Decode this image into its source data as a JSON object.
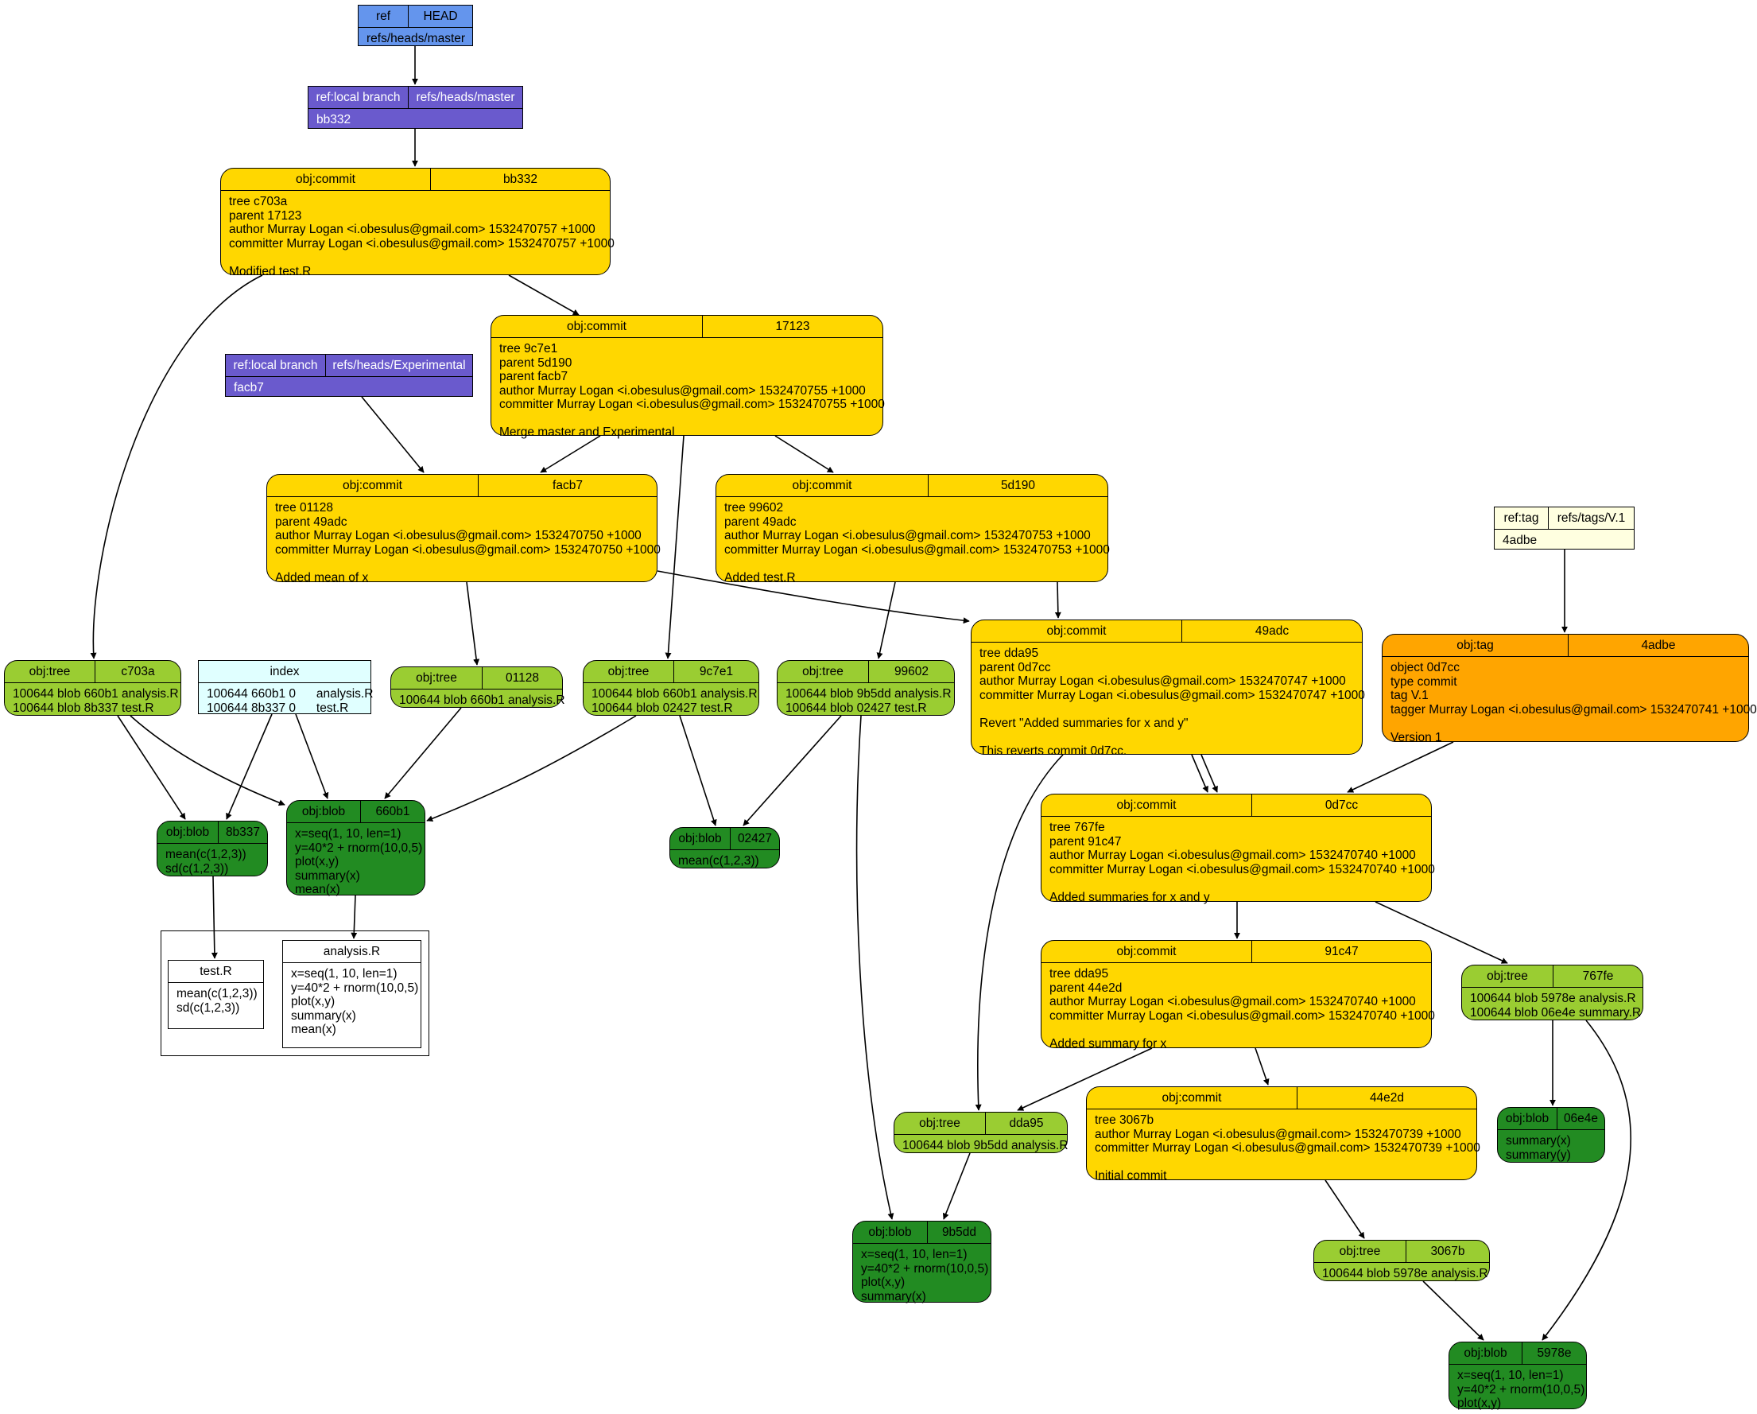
{
  "nodes": {
    "ref_head": {
      "k": "ref",
      "v": "HEAD",
      "lines": [
        "refs/heads/master"
      ]
    },
    "branch_master": {
      "k": "ref:local branch",
      "v": "refs/heads/master",
      "lines": [
        "bb332"
      ]
    },
    "branch_exp": {
      "k": "ref:local branch",
      "v": "refs/heads/Experimental",
      "lines": [
        "facb7"
      ]
    },
    "tag_ref": {
      "k": "ref:tag",
      "v": "refs/tags/V.1",
      "lines": [
        "4adbe"
      ]
    },
    "c_bb332": {
      "k": "obj:commit",
      "v": "bb332",
      "lines": [
        "tree c703a",
        "parent 17123",
        "author Murray Logan <i.obesulus@gmail.com> 1532470757 +1000",
        "committer Murray Logan <i.obesulus@gmail.com> 1532470757 +1000",
        "",
        "Modified test.R"
      ]
    },
    "c_17123": {
      "k": "obj:commit",
      "v": "17123",
      "lines": [
        "tree 9c7e1",
        "parent 5d190",
        "parent facb7",
        "author Murray Logan <i.obesulus@gmail.com> 1532470755 +1000",
        "committer Murray Logan <i.obesulus@gmail.com> 1532470755 +1000",
        "",
        "Merge master and Experimental"
      ]
    },
    "c_facb7": {
      "k": "obj:commit",
      "v": "facb7",
      "lines": [
        "tree 01128",
        "parent 49adc",
        "author Murray Logan <i.obesulus@gmail.com> 1532470750 +1000",
        "committer Murray Logan <i.obesulus@gmail.com> 1532470750 +1000",
        "",
        "Added mean of x"
      ]
    },
    "c_5d190": {
      "k": "obj:commit",
      "v": "5d190",
      "lines": [
        "tree 99602",
        "parent 49adc",
        "author Murray Logan <i.obesulus@gmail.com> 1532470753 +1000",
        "committer Murray Logan <i.obesulus@gmail.com> 1532470753 +1000",
        "",
        "Added test.R"
      ]
    },
    "c_49adc": {
      "k": "obj:commit",
      "v": "49adc",
      "lines": [
        "tree dda95",
        "parent 0d7cc",
        "author Murray Logan <i.obesulus@gmail.com> 1532470747 +1000",
        "committer Murray Logan <i.obesulus@gmail.com> 1532470747 +1000",
        "",
        "Revert \"Added summaries for x and y\"",
        "",
        "This reverts commit 0d7cc."
      ]
    },
    "tag_obj": {
      "k": "obj:tag",
      "v": "4adbe",
      "lines": [
        "object 0d7cc",
        "type commit",
        "tag V.1",
        "tagger Murray Logan <i.obesulus@gmail.com> 1532470741 +1000",
        "",
        "Version 1"
      ]
    },
    "c_0d7cc": {
      "k": "obj:commit",
      "v": "0d7cc",
      "lines": [
        "tree 767fe",
        "parent 91c47",
        "author Murray Logan <i.obesulus@gmail.com> 1532470740 +1000",
        "committer Murray Logan <i.obesulus@gmail.com> 1532470740 +1000",
        "",
        "Added summaries for x and y"
      ]
    },
    "c_91c47": {
      "k": "obj:commit",
      "v": "91c47",
      "lines": [
        "tree dda95",
        "parent 44e2d",
        "author Murray Logan <i.obesulus@gmail.com> 1532470740 +1000",
        "committer Murray Logan <i.obesulus@gmail.com> 1532470740 +1000",
        "",
        "Added summary for x"
      ]
    },
    "c_44e2d": {
      "k": "obj:commit",
      "v": "44e2d",
      "lines": [
        "tree 3067b",
        "author Murray Logan <i.obesulus@gmail.com> 1532470739 +1000",
        "committer Murray Logan <i.obesulus@gmail.com> 1532470739 +1000",
        "",
        "Initial commit"
      ]
    },
    "t_c703a": {
      "k": "obj:tree",
      "v": "c703a",
      "lines": [
        "100644 blob 660b1 analysis.R",
        "100644 blob 8b337 test.R"
      ]
    },
    "index": {
      "title": "index",
      "lines": [
        "100644 660b1 0      analysis.R",
        "100644 8b337 0      test.R"
      ]
    },
    "t_01128": {
      "k": "obj:tree",
      "v": "01128",
      "lines": [
        "100644 blob 660b1 analysis.R"
      ]
    },
    "t_9c7e1": {
      "k": "obj:tree",
      "v": "9c7e1",
      "lines": [
        "100644 blob 660b1 analysis.R",
        "100644 blob 02427 test.R"
      ]
    },
    "t_99602": {
      "k": "obj:tree",
      "v": "99602",
      "lines": [
        "100644 blob 9b5dd analysis.R",
        "100644 blob 02427 test.R"
      ]
    },
    "t_767fe": {
      "k": "obj:tree",
      "v": "767fe",
      "lines": [
        "100644 blob 5978e analysis.R",
        "100644 blob 06e4e summary.R"
      ]
    },
    "t_dda95": {
      "k": "obj:tree",
      "v": "dda95",
      "lines": [
        "100644 blob 9b5dd analysis.R"
      ]
    },
    "t_3067b": {
      "k": "obj:tree",
      "v": "3067b",
      "lines": [
        "100644 blob 5978e analysis.R"
      ]
    },
    "b_8b337": {
      "k": "obj:blob",
      "v": "8b337",
      "lines": [
        "mean(c(1,2,3))",
        "sd(c(1,2,3))"
      ]
    },
    "b_660b1": {
      "k": "obj:blob",
      "v": "660b1",
      "lines": [
        "x=seq(1, 10, len=1)",
        "y=40*2 + rnorm(10,0,5)",
        "plot(x,y)",
        "summary(x)",
        "mean(x)"
      ]
    },
    "b_02427": {
      "k": "obj:blob",
      "v": "02427",
      "lines": [
        "mean(c(1,2,3))"
      ]
    },
    "b_06e4e": {
      "k": "obj:blob",
      "v": "06e4e",
      "lines": [
        "summary(x)",
        "summary(y)"
      ]
    },
    "b_9b5dd": {
      "k": "obj:blob",
      "v": "9b5dd",
      "lines": [
        "x=seq(1, 10, len=1)",
        "y=40*2 + rnorm(10,0,5)",
        "plot(x,y)",
        "summary(x)"
      ]
    },
    "b_5978e": {
      "k": "obj:blob",
      "v": "5978e",
      "lines": [
        "x=seq(1, 10, len=1)",
        "y=40*2 + rnorm(10,0,5)",
        "plot(x,y)"
      ]
    },
    "wd_test": {
      "title": "test.R",
      "lines": [
        "mean(c(1,2,3))",
        "sd(c(1,2,3))"
      ]
    },
    "wd_analysis": {
      "title": "analysis.R",
      "lines": [
        "x=seq(1, 10, len=1)",
        "y=40*2 + rnorm(10,0,5)",
        "plot(x,y)",
        "summary(x)",
        "mean(x)"
      ]
    }
  },
  "colors": {
    "commit": "#ffd700",
    "tag_object": "#ffa500",
    "tree": "#9acd32",
    "blob": "#228b22",
    "head_ref": "#6495ed",
    "branch_ref": "#6a5acd",
    "index": "#e0ffff",
    "tag_ref": "#ffffe0",
    "working_file": "#ffffff",
    "edge": "#000000"
  },
  "edges": [
    [
      "ref_head",
      "branch_master"
    ],
    [
      "branch_master",
      "c_bb332"
    ],
    [
      "c_bb332",
      "c_17123"
    ],
    [
      "c_bb332",
      "t_c703a"
    ],
    [
      "branch_exp",
      "c_facb7"
    ],
    [
      "c_17123",
      "c_facb7"
    ],
    [
      "c_17123",
      "c_5d190"
    ],
    [
      "c_17123",
      "t_9c7e1"
    ],
    [
      "c_facb7",
      "t_01128"
    ],
    [
      "c_facb7",
      "c_49adc"
    ],
    [
      "c_5d190",
      "c_49adc"
    ],
    [
      "c_5d190",
      "t_99602"
    ],
    [
      "tag_ref",
      "tag_obj"
    ],
    [
      "tag_obj",
      "c_0d7cc"
    ],
    [
      "c_49adc",
      "c_0d7cc"
    ],
    [
      "c_49adc",
      "c_0d7cc"
    ],
    [
      "c_49adc",
      "t_dda95"
    ],
    [
      "c_0d7cc",
      "c_91c47"
    ],
    [
      "c_0d7cc",
      "t_767fe"
    ],
    [
      "c_91c47",
      "c_44e2d"
    ],
    [
      "c_91c47",
      "t_dda95"
    ],
    [
      "c_44e2d",
      "t_3067b"
    ],
    [
      "t_c703a",
      "b_8b337"
    ],
    [
      "t_c703a",
      "b_660b1"
    ],
    [
      "index",
      "b_8b337"
    ],
    [
      "index",
      "b_660b1"
    ],
    [
      "t_01128",
      "b_660b1"
    ],
    [
      "t_9c7e1",
      "b_660b1"
    ],
    [
      "t_9c7e1",
      "b_02427"
    ],
    [
      "t_99602",
      "b_02427"
    ],
    [
      "t_99602",
      "b_9b5dd"
    ],
    [
      "t_dda95",
      "b_9b5dd"
    ],
    [
      "t_767fe",
      "b_06e4e"
    ],
    [
      "t_767fe",
      "b_5978e"
    ],
    [
      "t_3067b",
      "b_5978e"
    ],
    [
      "b_8b337",
      "wd_test"
    ],
    [
      "b_660b1",
      "wd_analysis"
    ]
  ]
}
